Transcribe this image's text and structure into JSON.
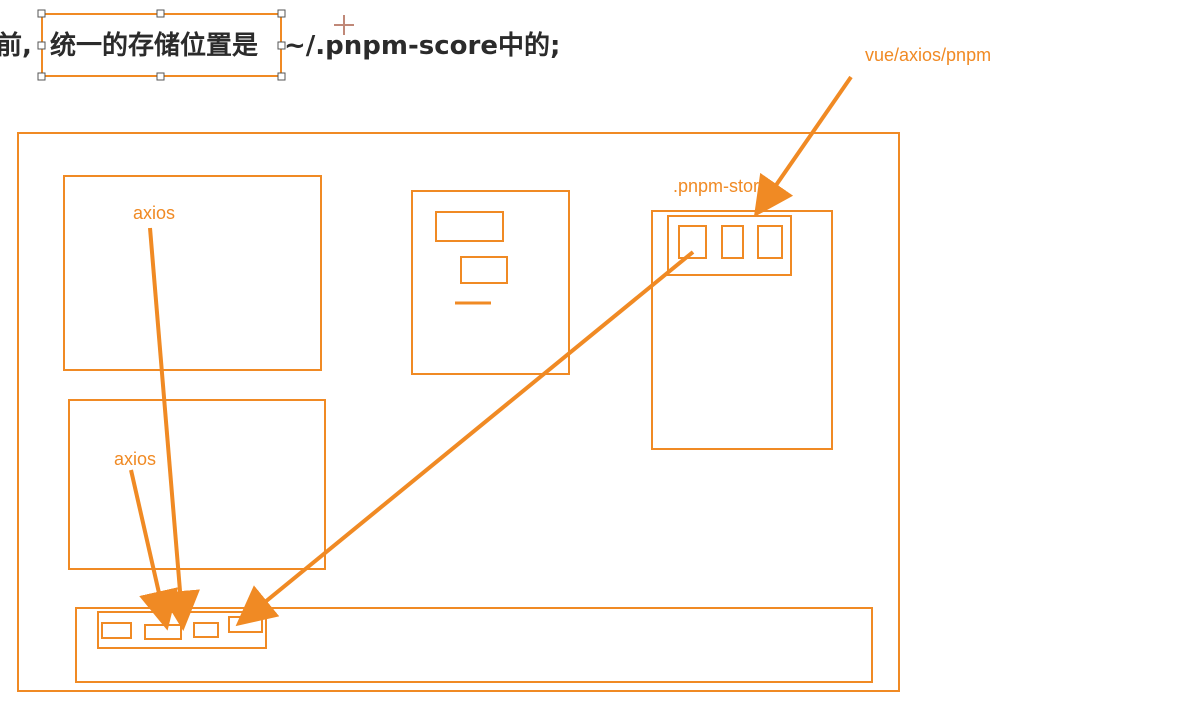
{
  "heading": {
    "prefix": "前,",
    "selected": "统一的存储位置是",
    "suffix": " ~/.pnpm-score中的;"
  },
  "labels": {
    "top_right": "vue/axios/pnpm",
    "store": ".pnpm-store",
    "axios_upper": "axios",
    "axios_lower": "axios"
  },
  "colors": {
    "accent": "#f08a24",
    "text": "#2b2b2b",
    "selection_handle": "#555555",
    "cursor": "#c08878"
  }
}
